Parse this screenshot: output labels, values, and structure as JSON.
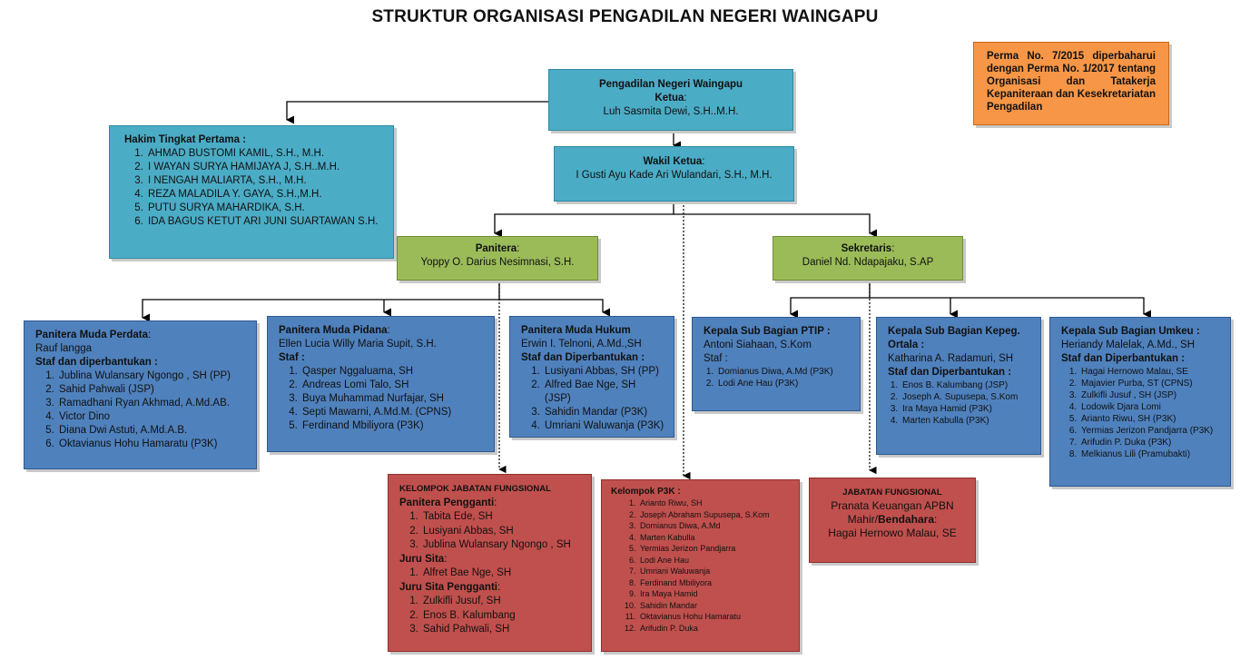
{
  "title": "STRUKTUR ORGANISASI PENGADILAN NEGERI WAINGAPU",
  "note": "Perma No. 7/2015 diperbaharui dengan Perma No. 1/2017 tentang Organisasi dan Tatakerja Kepaniteraan dan Kesekretariatan Pengadilan",
  "ketua": {
    "org": "Pengadilan Negeri Waingapu",
    "role": "Ketua",
    "name": "Luh Sasmita Dewi, S.H..M.H."
  },
  "wakil": {
    "role": "Wakil Ketua",
    "name": "I Gusti Ayu Kade Ari Wulandari, S.H., M.H."
  },
  "hakim": {
    "heading": "Hakim Tingkat Pertama :",
    "members": [
      "AHMAD BUSTOMI KAMIL, S.H., M.H.",
      "I WAYAN SURYA HAMIJAYA J, S.H..M.H.",
      "I NENGAH MALIARTA, S.H., M.H.",
      "REZA MALADILA Y. GAYA, S.H.,M.H.",
      "PUTU SURYA MAHARDIKA, S.H.",
      "IDA BAGUS KETUT ARI JUNI SUARTAWAN S.H."
    ]
  },
  "panitera": {
    "role": "Panitera",
    "name": "Yoppy O. Darius Nesimnasi, S.H."
  },
  "sekretaris": {
    "role": "Sekretaris",
    "name": "Daniel Nd. Ndapajaku, S.AP"
  },
  "perdata": {
    "heading": "Panitera Muda Perdata",
    "name": "Rauf langga",
    "staff_heading": "Staf dan diperbantukan :",
    "staff": [
      "Jublina Wulansary Ngongo , SH (PP)",
      "Sahid Pahwali  (JSP)",
      "Ramadhani Ryan Akhmad, A.Md.AB.",
      "Victor Dino",
      "Diana Dwi Astuti, A.Md.A.B.",
      "Oktavianus Hohu Hamaratu (P3K)"
    ]
  },
  "pidana": {
    "heading": "Panitera Muda Pidana",
    "name": "Ellen Lucia Willy Maria Supit, S.H.",
    "staff_heading": "Staf :",
    "staff": [
      "Qasper Nggaluama, SH",
      "Andreas Lomi Talo, SH",
      "Buya Muhammad Nurfajar, SH",
      "Septi Mawarni, A.Md.M. (CPNS)",
      "Ferdinand Mbiliyora (P3K)"
    ]
  },
  "hukum": {
    "heading": "Panitera Muda Hukum",
    "name": "Erwin I. Telnoni, A.Md.,SH",
    "staff_heading": "Staf dan Diperbantukan :",
    "staff": [
      "Lusiyani Abbas, SH (PP)",
      "Alfred Bae Nge, SH (JSP)",
      "Sahidin Mandar (P3K)",
      "Umriani Waluwanja (P3K)"
    ]
  },
  "ptip": {
    "heading": "Kepala Sub Bagian  PTIP :",
    "name": "Antoni Siahaan, S.Kom",
    "staff_heading": "Staf :",
    "staff": [
      "Domianus Diwa, A.Md (P3K)",
      "Lodi Ane Hau (P3K)"
    ]
  },
  "kepeg": {
    "heading": "Kepala Sub Bagian Kepeg. Ortala :",
    "name": "Katharina A. Radamuri, SH",
    "staff_heading": "Staf dan Diperbantukan :",
    "staff": [
      "Enos B. Kalumbang (JSP)",
      "Joseph A. Supusepa, S.Kom",
      "Ira Maya Hamid (P3K)",
      "Marten Kabulla (P3K)"
    ]
  },
  "umkeu": {
    "heading": "Kepala Sub Bagian Umkeu :",
    "name": "Heriandy Malelak, A.Md., SH",
    "staff_heading": "Staf dan Diperbantukan :",
    "staff": [
      "Hagai Hernowo Malau, SE",
      "Majavier Purba, ST (CPNS)",
      "Zulkifli Jusuf , SH (JSP)",
      "Lodowik Djara Lomi",
      "Arianto Riwu, SH (P3K)",
      "Yermias Jerizon Pandjarra (P3K)",
      "Arifudin P. Duka (P3K)",
      "Melkianus Lili (Pramubakti)"
    ]
  },
  "fungsional": {
    "heading": "KELOMPOK JABATAN FUNGSIONAL",
    "pp_heading": "Panitera Pengganti",
    "pp": [
      "Tabita Ede, SH",
      "Lusiyani Abbas, SH",
      "Jublina Wulansary Ngongo , SH"
    ],
    "js_heading": "Juru Sita",
    "js": [
      "Alfret Bae Nge, SH"
    ],
    "jsp_heading": "Juru Sita Pengganti",
    "jsp": [
      "Zulkifli Jusuf, SH",
      "Enos B. Kalumbang",
      "Sahid Pahwali, SH"
    ]
  },
  "p3k": {
    "heading": "Kelompok P3K :",
    "members": [
      "Arianto Riwu, SH",
      "Joseph Abraham Supusepa, S.Kom",
      "Domianus Diwa, A.Md",
      "Marten Kabulla",
      "Yermias Jerizon Pandjarra",
      "Lodi Ane Hau",
      "Umriani Waluwanja",
      "Ferdinand Mbiliyora",
      "Ira Maya Hamid",
      "Sahidin Mandar",
      "Oktavianus Hohu Hamaratu",
      "Arifudin P. Duka"
    ]
  },
  "bendahara": {
    "heading": "JABATAN FUNGSIONAL",
    "line1": "Pranata Keuangan APBN",
    "line2a": "Mahir/",
    "line2b": "Bendahara",
    "name": "Hagai Hernowo Malau, SE"
  }
}
